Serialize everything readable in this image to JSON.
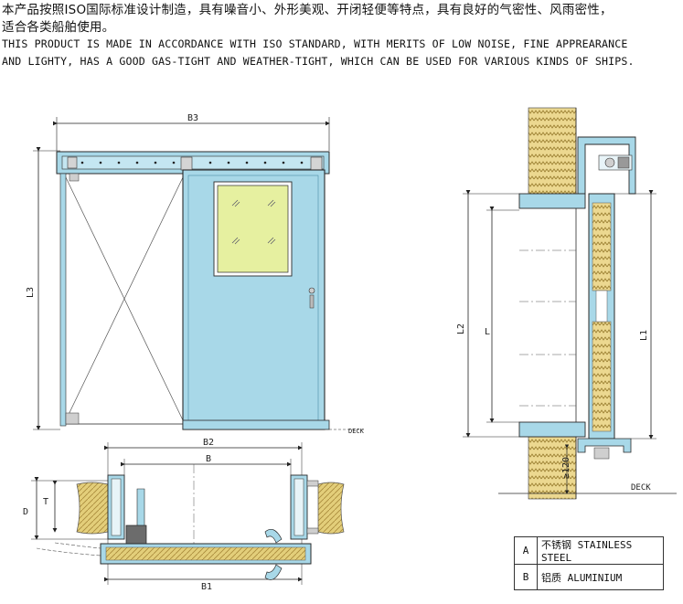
{
  "intro": {
    "cn_line1": "本产品按照ISO国际标准设计制造，具有噪音小、外形美观、开闭轻便等特点，具有良好的气密性、风雨密性，",
    "cn_line2": "适合各类船舶使用。",
    "en_line1": "THIS PRODUCT IS MADE IN ACCORDANCE WITH ISO STANDARD, WITH MERITS OF LOW NOISE, FINE APPREARANCE",
    "en_line2": "AND LIGHTY, HAS A GOOD GAS-TIGHT AND WEATHER-TIGHT, WHICH CAN BE USED FOR VARIOUS KINDS OF SHIPS."
  },
  "front_view": {
    "dim_width": "B3",
    "dim_height": "L3",
    "deck": "DECK"
  },
  "plan_view": {
    "dim_outer": "B2",
    "dim_inner": "B",
    "dim_bottom": "B1",
    "dim_depth": "D",
    "dim_thickness": "T"
  },
  "section_view": {
    "dim_frame": "L2",
    "dim_clear": "L",
    "dim_leaf": "L1",
    "dim_sill": "≥120",
    "deck": "DECK"
  },
  "legend": [
    {
      "key": "A",
      "text": "不锈钢 STAINLESS STEEL"
    },
    {
      "key": "B",
      "text": "铝质 ALUMINIUM"
    }
  ],
  "colors": {
    "frame_blue": "#a8d8e8",
    "glass_green": "#e6f0a0",
    "insulation": "#e3ce7a",
    "line": "#2a2a2a"
  }
}
